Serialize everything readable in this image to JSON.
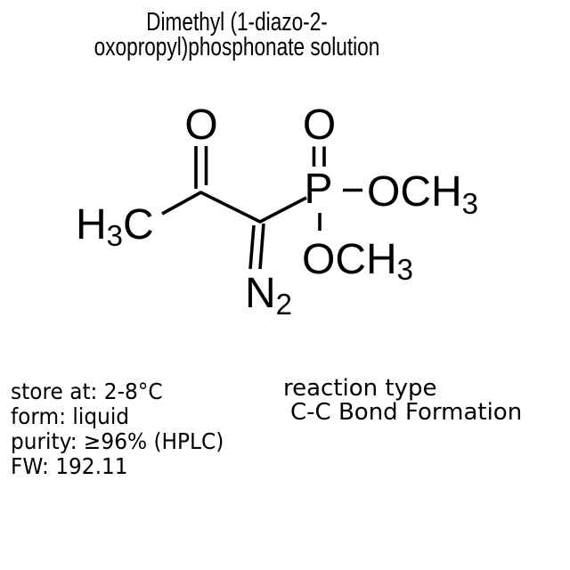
{
  "title": {
    "line1": "Dimethyl (1-diazo-2-",
    "line2": "oxopropyl)phosphonate solution"
  },
  "structure": {
    "compound": "Dimethyl (1-diazo-2-oxopropyl)phosphonate",
    "atoms": {
      "ketone_oxygen": "O",
      "methyl_h": "H",
      "methyl_h_sub": "3",
      "methyl_c": "C",
      "diazo_n": "N",
      "diazo_n_sub": "2",
      "phosphorus": "P",
      "phosphoryl_oxygen": "O",
      "methoxy_top": "OCH",
      "methoxy_top_sub": "3",
      "methoxy_bottom": "OCH",
      "methoxy_bottom_sub": "3"
    }
  },
  "properties": {
    "store_at": "store at: 2-8°C",
    "form": "form: liquid",
    "purity": "purity: ≥96% (HPLC)",
    "fw": "FW: 192.11"
  },
  "reaction": {
    "label": "reaction type",
    "value": "C-C Bond Formation"
  },
  "colors": {
    "ink": "#000000",
    "background": "#ffffff"
  }
}
